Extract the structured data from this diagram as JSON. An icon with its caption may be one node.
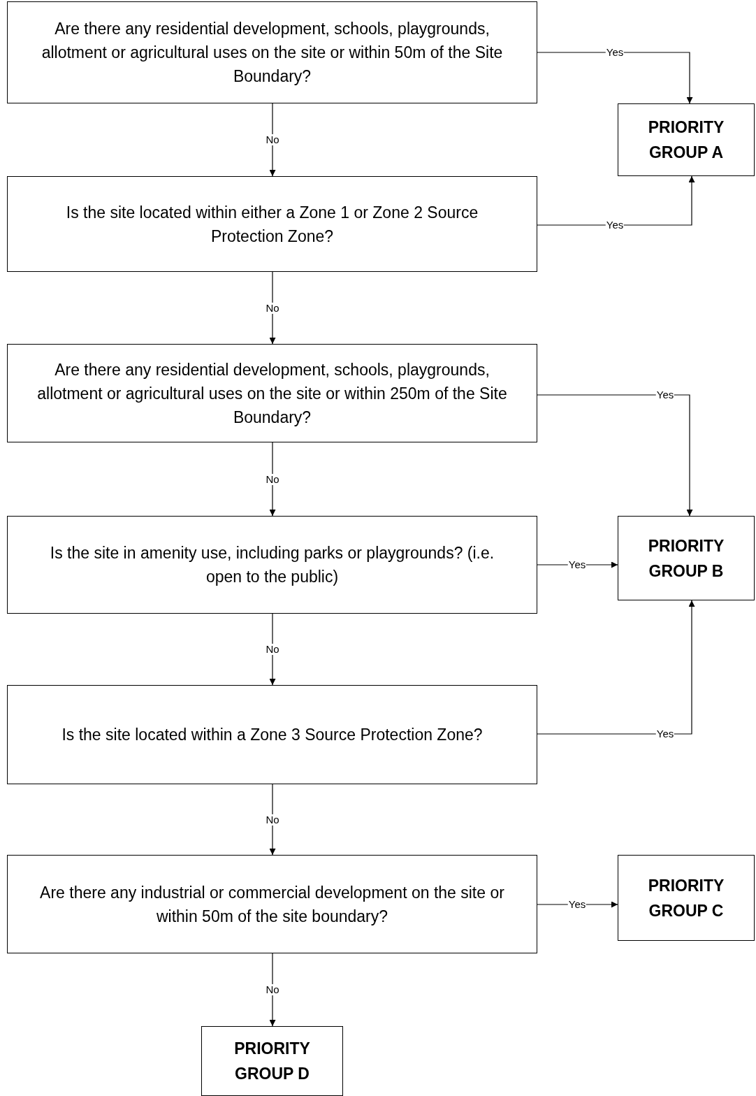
{
  "diagram": {
    "nodes": [
      {
        "text": [
          "Are there any residential development, schools, playgrounds, allotment or agricultural uses on the site or within 50m of the Site Boundary?"
        ]
      },
      {
        "text": [
          "PRIORITY GROUP A"
        ]
      },
      {
        "text": [
          "Is the site located within either a Zone 1 or Zone 2 Source Protection Zone?"
        ]
      },
      {
        "text": [
          "Are there any residential development, schools, playgrounds, allotment or agricultural uses on the site or within 250m of the Site Boundary?"
        ]
      },
      {
        "text": [
          "Is the site in amenity use, including parks or playgrounds? (i.e. open to the public)"
        ]
      },
      {
        "text": [
          "PRIORITY GROUP B"
        ]
      },
      {
        "text": [
          "Is the site located within a Zone 3 Source Protection Zone?"
        ]
      },
      {
        "text": [
          "Are there any industrial or commercial development on the site or within 50m of the site boundary?"
        ]
      },
      {
        "text": [
          "PRIORITY GROUP C"
        ]
      },
      {
        "text": [
          "PRIORITY GROUP D"
        ]
      }
    ],
    "edges": [
      {
        "from": 0,
        "to": 2,
        "arrow": "to",
        "label": "No"
      },
      {
        "from": 0,
        "to": 1,
        "arrow": "to",
        "label": "Yes"
      },
      {
        "from": 2,
        "to": 3,
        "arrow": "to",
        "label": "No"
      },
      {
        "from": 2,
        "to": 1,
        "arrow": "to",
        "label": "Yes"
      },
      {
        "from": 3,
        "to": 4,
        "arrow": "to",
        "label": "No"
      },
      {
        "from": 3,
        "to": 5,
        "arrow": "to",
        "label": "Yes"
      },
      {
        "from": 4,
        "to": 6,
        "arrow": "to",
        "label": "No"
      },
      {
        "from": 4,
        "to": 5,
        "arrow": "to",
        "label": "Yes"
      },
      {
        "from": 6,
        "to": 7,
        "arrow": "to",
        "label": "No"
      },
      {
        "from": 6,
        "to": 5,
        "arrow": "to",
        "label": "Yes"
      },
      {
        "from": 7,
        "to": 9,
        "arrow": "to",
        "label": "No"
      },
      {
        "from": 7,
        "to": 8,
        "arrow": "to",
        "label": "Yes"
      }
    ]
  }
}
